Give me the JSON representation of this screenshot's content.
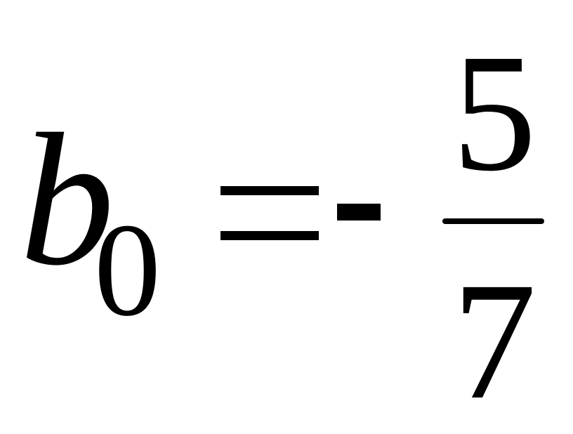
{
  "equation": {
    "variable": "b",
    "subscript": "0",
    "numerator": "5",
    "denominator": "7"
  }
}
